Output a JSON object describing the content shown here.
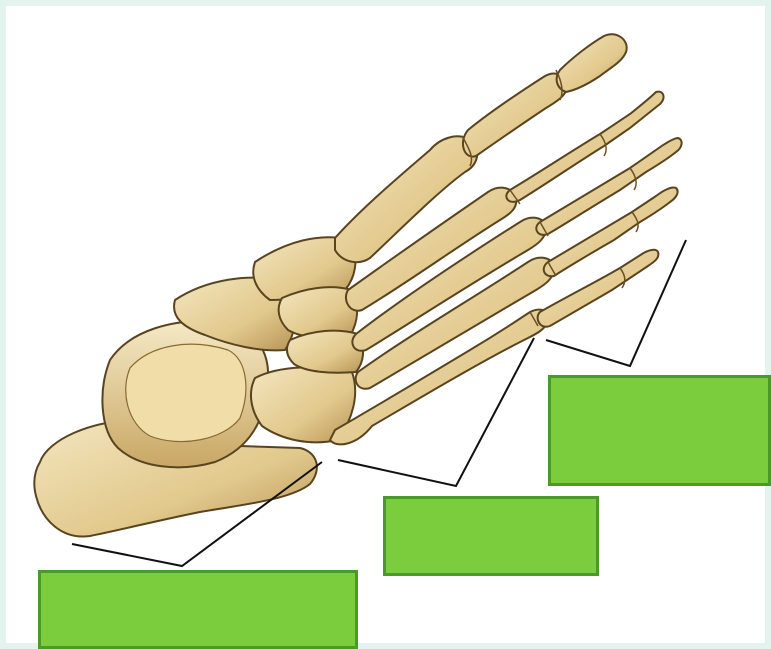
{
  "diagram": {
    "subject": "foot-skeleton",
    "colors": {
      "background": "#e3f3ee",
      "bone_fill": "#e9d49c",
      "bone_light": "#f3e6bf",
      "bone_shadow": "#9c7a3e",
      "bone_outline": "#5a4420",
      "label_box_fill": "#7ccd3e",
      "label_box_border": "#4a9a2a",
      "leader_line": "#111111"
    },
    "label_boxes": [
      {
        "id": "tarsals",
        "text": ""
      },
      {
        "id": "metatarsals",
        "text": ""
      },
      {
        "id": "phalanges",
        "text": ""
      }
    ]
  }
}
